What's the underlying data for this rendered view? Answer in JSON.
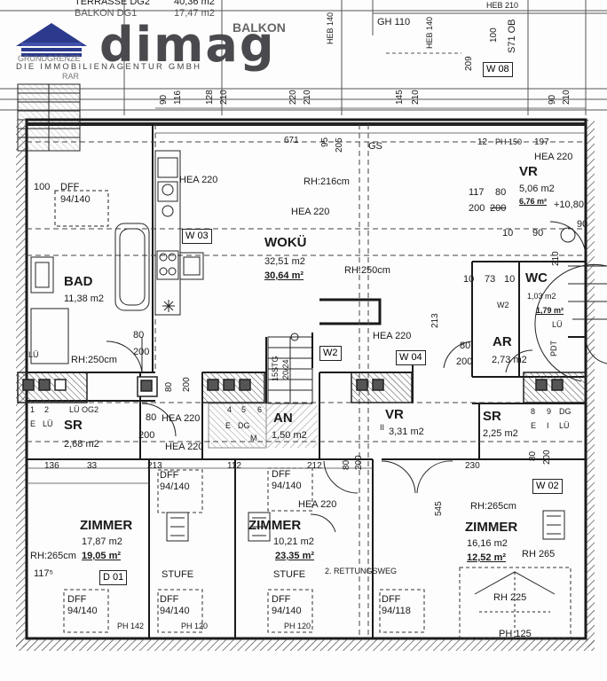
{
  "logo": {
    "wordmark": "dimag",
    "tagline": "DIE IMMOBILIENAGENTUR GMBH",
    "color": "#4a4a4e",
    "accent": "#2b3a8c"
  },
  "rooms": {
    "woku": {
      "name": "WOKÜ",
      "area": "32,51 m2",
      "area2": "30,64 m²",
      "height": "RH:216cm",
      "height2": "RH:250cm"
    },
    "bad": {
      "name": "BAD",
      "area": "11,38 m2",
      "height": "RH:250cm"
    },
    "vr_top": {
      "name": "VR",
      "area": "5,06 m2",
      "area2": "6,76 m²"
    },
    "wc": {
      "name": "WC",
      "area": "1,03 m2",
      "area2": "1,79 m²"
    },
    "ar": {
      "name": "AR",
      "area": "2,73 m2"
    },
    "sr_left": {
      "name": "SR",
      "area": "2,68 m2"
    },
    "an": {
      "name": "AN",
      "area": "1,50 m2"
    },
    "vr_mid": {
      "name": "VR",
      "area": "3,31 m2"
    },
    "sr_right": {
      "name": "SR",
      "area": "2,25 m2"
    },
    "zimmer1": {
      "name": "ZIMMER",
      "area": "17,87 m2",
      "area2": "19,05 m²",
      "height": "RH:265cm"
    },
    "zimmer2": {
      "name": "ZIMMER",
      "area": "10,21 m2",
      "area2": "23,35 m²"
    },
    "zimmer3": {
      "name": "ZIMMER",
      "area": "16,16 m2",
      "area2": "12,52 m²",
      "height": "RH:265cm",
      "height2": "RH 265",
      "height3": "RH 225"
    }
  },
  "top_labels": {
    "terrasse": "TERRASSE DG2",
    "terrasse_area": "40,36 m2",
    "balkon_dg1": "BALKON DG1",
    "balkon_dg1_area": "17,47 m2",
    "balkon": "BALKON",
    "grundgrenze": "GRUNDGRENZE",
    "rar": "RAR",
    "heb_140": "HEB 140",
    "heb_140_right": "HEB 140",
    "gh_110": "GH 110",
    "heb_210": "HEB 210",
    "s71_ob": "S71 OB",
    "ph_150": "PH 150"
  },
  "beams": {
    "hea_bad": "HEA 220",
    "hea_woku": "HEA 220",
    "hea_vr": "HEA 220",
    "hea_mid": "HEA 220",
    "hea_sr1": "HEA 220",
    "hea_sr2": "HEA 220",
    "hea_zimmer": "HEA 220",
    "gs": "GS"
  },
  "windows": {
    "w03": "W 03",
    "w08": "W 08",
    "w04": "W 04",
    "w02": "W 02",
    "w02_small": "W2",
    "w2_mid": "W2",
    "d01": "D 01"
  },
  "skylights": {
    "dff_bad": [
      "DFF",
      "94/140"
    ],
    "dff_z1a": [
      "DFF",
      "94/140"
    ],
    "dff_z1b": [
      "DFF",
      "94/140"
    ],
    "dff_z1c": [
      "DFF",
      "94/140"
    ],
    "dff_z2a": [
      "DFF",
      "94/140"
    ],
    "dff_z2b": [
      "DFF",
      "94/140"
    ],
    "dff_z3": [
      "DFF",
      "94/118"
    ]
  },
  "misc": {
    "stufe1": "STUFE",
    "stufe2": "STUFE",
    "rettungsweg": "2. RETTUNGSWEG",
    "ph142": "PH 142",
    "ph120a": "PH 120",
    "ph120b": "PH 120",
    "ph125": "PH 125",
    "stg": "15STG",
    "stg2": "20/24",
    "lu": "LÜ",
    "lu_og2": "LÜ OG2",
    "sr_left_codes": [
      "1",
      "2",
      "E",
      "LÜ"
    ],
    "sr_right_codes": [
      "8",
      "9",
      "DG",
      "E",
      "I",
      "LÜ"
    ],
    "an_codes": [
      "4",
      "5",
      "6",
      "DG",
      "E",
      "M"
    ],
    "lu_wc": "LÜ",
    "pdt": "PDT",
    "ii": "II"
  },
  "dimensions": {
    "d90": "90",
    "d116": "116",
    "d128": "128",
    "d210a": "210",
    "d220": "220",
    "d210b": "210",
    "d145": "145",
    "d210c": "210",
    "d209": "209",
    "d100": "100",
    "d90b": "90",
    "d210d": "210",
    "d671": "671",
    "d95": "95",
    "d205": "205",
    "d12": "12",
    "d197": "197",
    "d117": "117",
    "d80a": "80",
    "d200a": "200",
    "d200b": "200",
    "d10_80": "+10,80",
    "d10a": "10",
    "d90c": "90",
    "d90d": "90",
    "d210e": "210",
    "d10b": "10",
    "d73": "73",
    "d10c": "10",
    "d213a": "213",
    "d80b": "80",
    "d200c": "200",
    "d100b": "100",
    "d80c": "80",
    "d200d": "200",
    "d80d": "80",
    "d200e": "200",
    "d136": "136",
    "d33": "33",
    "d213b": "213",
    "d112": "112",
    "d212": "212",
    "d80e": "80",
    "d200f": "200",
    "d80f": "80",
    "d200g": "200",
    "d80g": "80",
    "d200h": "200",
    "d230": "230",
    "d545": "545",
    "d117_5": "117⁵"
  }
}
